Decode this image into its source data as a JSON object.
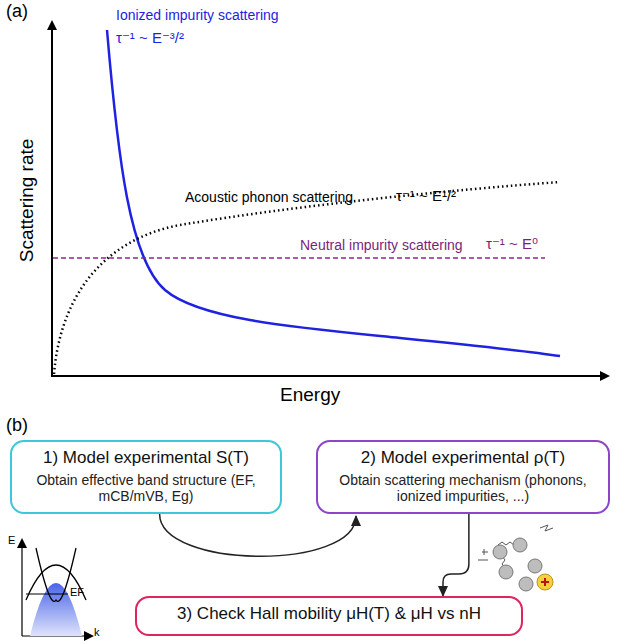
{
  "diagram": {
    "nodes": [
      {
        "text": [
          "1) Model experimental S(T)",
          "Obtain effective band structure (EF, mCB/mVB, Eg)"
        ]
      },
      {
        "text": [
          "2) Model experimental ρ(T)",
          "Obtain scattering mechanism (phonons, ionized impurities, ...)"
        ]
      },
      {
        "text": [
          "3) Check Hall mobility μH(T) & μH vs nH"
        ]
      }
    ],
    "edges": [
      {
        "from": 0,
        "to": 1,
        "arrow": "to"
      },
      {
        "from": 1,
        "to": 2,
        "arrow": "to"
      }
    ],
    "labels": [
      "(a)",
      "Ionized impurity scattering",
      "τ⁻¹ ~ E⁻³/²",
      "Acoustic phonon scattering",
      "τ⁻¹ ~ E¹/²",
      "Neutral impurity scattering",
      "τ⁻¹ ~ E⁰",
      "Scattering rate",
      "Energy",
      "(b)",
      "E",
      "EF",
      "k"
    ]
  }
}
